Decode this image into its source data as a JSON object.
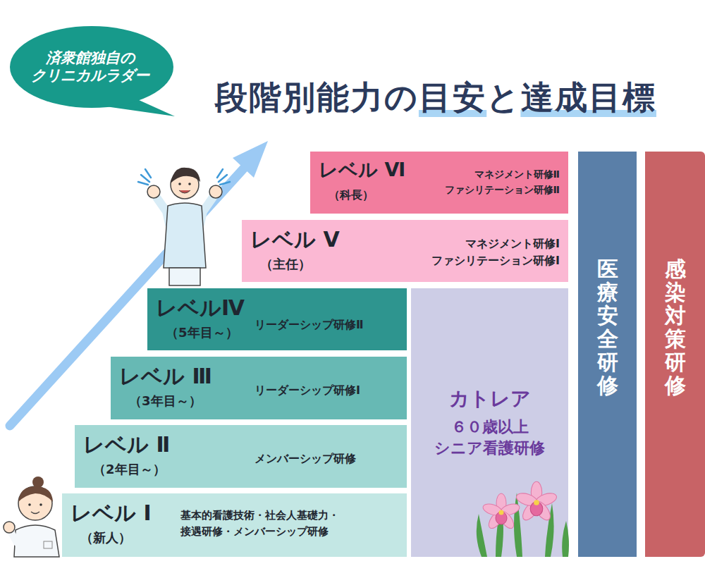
{
  "diagram": {
    "title": "段階別能力の目安と達成目標",
    "nodes": [
      {
        "text": [
          "済衆館独自の クリニカルラダー"
        ]
      },
      {
        "text": [
          "レベル Ⅵ",
          "（科長）",
          "マネジメント研修Ⅱ ファシリテーション研修Ⅱ"
        ]
      },
      {
        "text": [
          "レベル Ⅴ",
          "（主任）",
          "マネジメント研修Ⅰ ファシリテーション研修Ⅰ"
        ]
      },
      {
        "text": [
          "レベルⅣ",
          "（5年目～）",
          "リーダーシップ研修Ⅱ"
        ]
      },
      {
        "text": [
          "レベル Ⅲ",
          "（3年目～）",
          "リーダーシップ研修Ⅰ"
        ]
      },
      {
        "text": [
          "レベル Ⅱ",
          "（2年目～）",
          "メンバーシップ研修"
        ]
      },
      {
        "text": [
          "レベル Ⅰ",
          "（新人）",
          "基本的看護技術・社会人基礎力・ 接遇研修・メンバーシップ研修"
        ]
      },
      {
        "text": [
          "カトレア",
          "６０歳以上 シニア看護研修"
        ]
      },
      {
        "text": [
          "医療安全研修"
        ]
      },
      {
        "text": [
          "感染対策研修"
        ]
      }
    ]
  }
}
